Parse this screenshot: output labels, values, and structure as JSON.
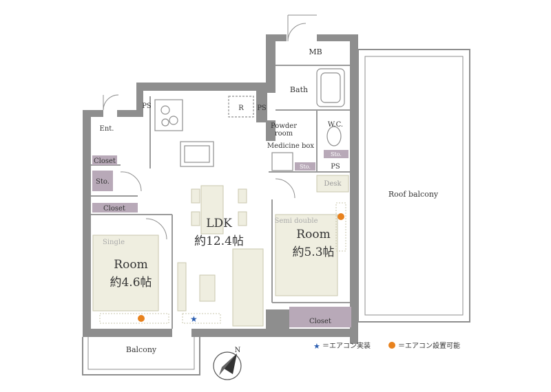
{
  "rooms": {
    "mb": "MB",
    "bath": "Bath",
    "ps_top_left": "PS",
    "ps_kitchen": "PS",
    "r": "R",
    "powder_room": "Powder\nroom",
    "wc": "W.C.",
    "ent": "Ent.",
    "closet_ent": "Closet",
    "sto_ent": "Sto.",
    "closet_west": "Closet",
    "medicine_box": "Medicine box",
    "sto_wc": "Sto.",
    "sto_powder": "Sto.",
    "ps_wc": "PS",
    "desk": "Desk",
    "roof_balcony": "Roof balcony",
    "ldk_name": "LDK",
    "ldk_size": "約12.4帖",
    "room_east_bed": "Semi double",
    "room_east_name": "Room",
    "room_east_size": "約5.3帖",
    "room_west_bed": "Single",
    "room_west_name": "Room",
    "room_west_size": "約4.6帖",
    "closet_east": "Closet",
    "balcony": "Balcony",
    "compass_n": "N"
  },
  "legend": {
    "ac_installed": "＝エアコン実装",
    "ac_possible": "＝エアコン設置可能"
  },
  "colors": {
    "wall": "#8e8e8e",
    "fixture": "#b8a9b8",
    "furniture": "#efeee0",
    "furniture_stroke": "#c9c7ae",
    "ac_installed": "#2a5db0",
    "ac_possible": "#e8821e"
  }
}
